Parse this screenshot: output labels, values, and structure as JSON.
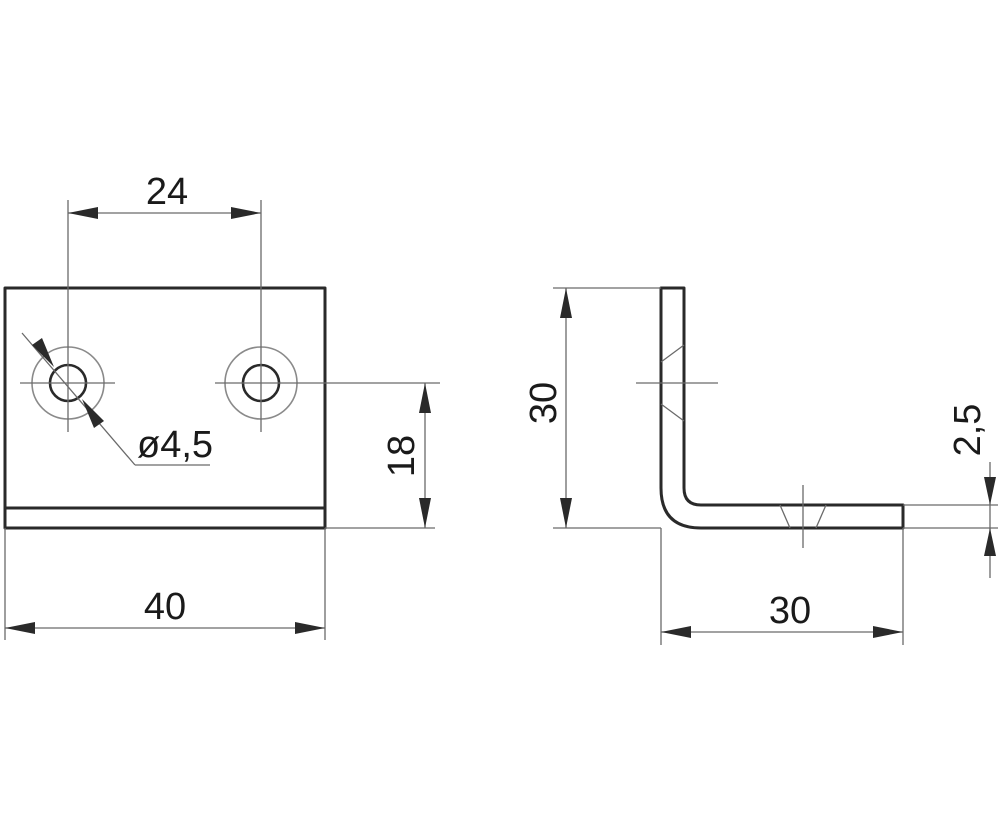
{
  "dimensions": {
    "hole_spacing": "24",
    "hole_diameter": "ø4,5",
    "front_width": "40",
    "hole_height": "18",
    "side_height": "30",
    "side_length": "30",
    "thickness": "2,5"
  }
}
